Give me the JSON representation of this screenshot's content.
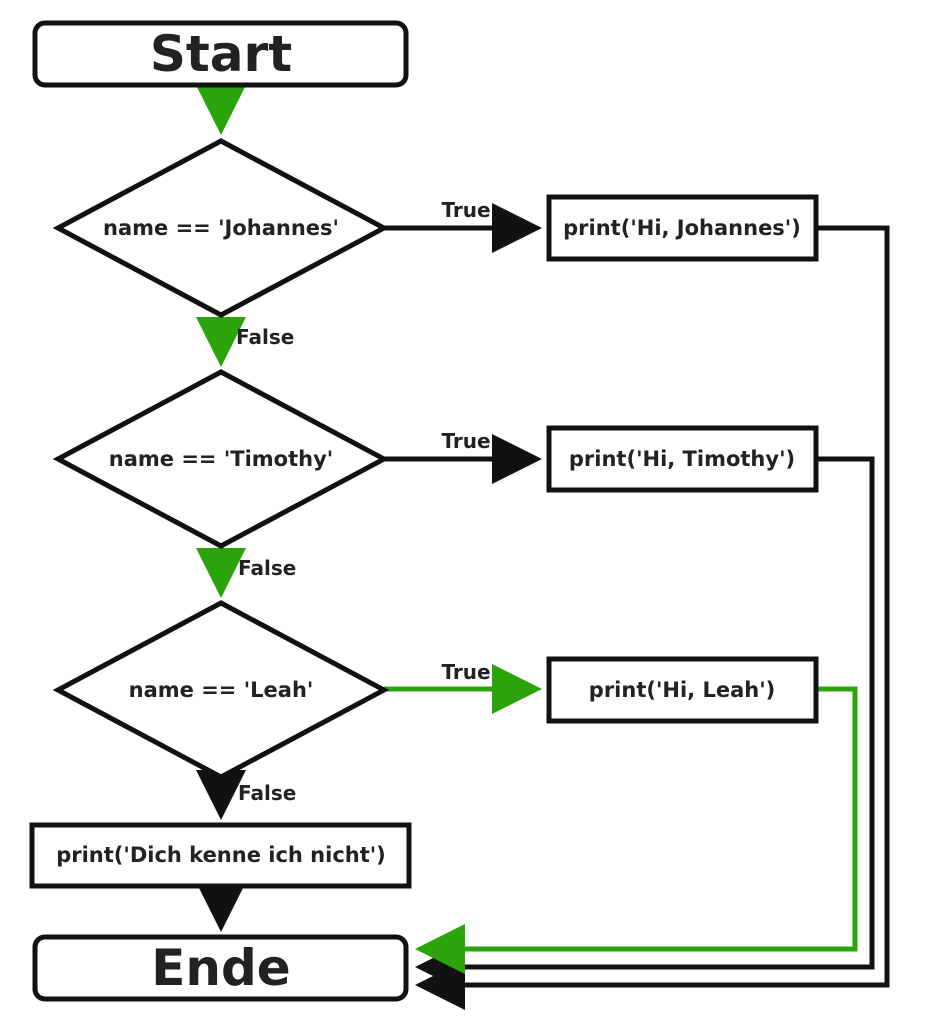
{
  "colors": {
    "stroke": "#111111",
    "active_path": "#2aa40a",
    "text": "#222222",
    "background": "#ffffff"
  },
  "nodes": {
    "start": "Start",
    "cond_johannes": "name == 'Johannes'",
    "cond_timothy": "name == 'Timothy'",
    "cond_leah": "name == 'Leah'",
    "print_johannes": "print('Hi, Johannes')",
    "print_timothy": "print('Hi, Timothy')",
    "print_leah": "print('Hi, Leah')",
    "print_unknown": "print('Dich kenne ich nicht')",
    "end": "Ende"
  },
  "edge_labels": {
    "true_johannes": "True",
    "true_timothy": "True",
    "true_leah": "True",
    "false_johannes": "False",
    "false_timothy": "False",
    "false_leah": "False"
  }
}
